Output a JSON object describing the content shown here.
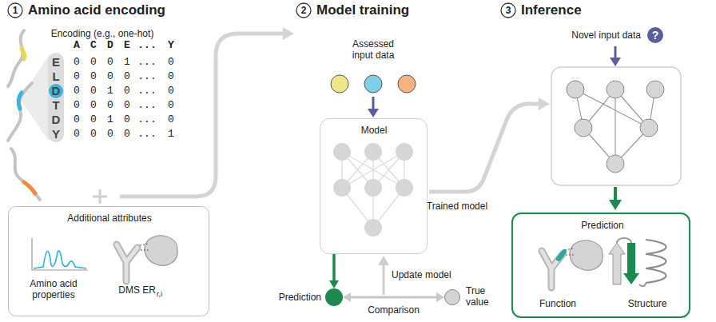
{
  "diagram": {
    "nodes": [
      {
        "text": [
          "Additional attributes",
          "Amino acid properties",
          "DMS ER",
          "r,i"
        ]
      },
      {
        "text": [
          "Model"
        ]
      },
      {
        "text": [
          "Prediction"
        ]
      },
      {
        "text": [
          "True value"
        ]
      },
      {
        "text": [
          "Novel input data",
          "?"
        ]
      },
      {
        "text": [
          "Prediction",
          "Function",
          "Structure"
        ]
      }
    ],
    "edges": [
      {
        "from": 1,
        "to": 2,
        "arrow": "to"
      },
      {
        "from": 2,
        "to": 3,
        "label": "Comparison",
        "arrow": "both"
      }
    ],
    "labels": [
      "1",
      "Amino acid encoding",
      "2",
      "Model training",
      "3",
      "Inference",
      "Encoding (e.g., one-hot)",
      "A",
      "C",
      "D",
      "E",
      "...",
      "Y",
      "E",
      "0",
      "0",
      "0",
      "1",
      "...",
      "0",
      "L",
      "0",
      "0",
      "0",
      "0",
      "...",
      "0",
      "D",
      "0",
      "0",
      "1",
      "0",
      "...",
      "0",
      "T",
      "0",
      "0",
      "0",
      "0",
      "...",
      "0",
      "D",
      "0",
      "0",
      "1",
      "0",
      "...",
      "0",
      "Y",
      "0",
      "0",
      "0",
      "0",
      "...",
      "1",
      "Assessed input data",
      "Trained model",
      "Update model"
    ]
  }
}
